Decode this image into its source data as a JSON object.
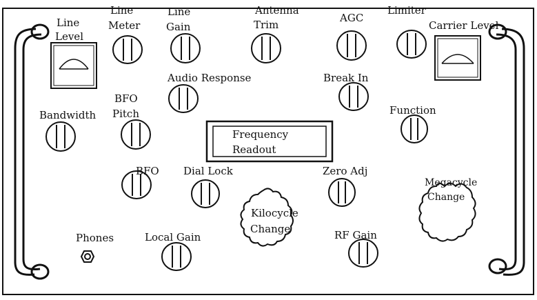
{
  "panel": {
    "labels": {
      "line_level_1": "Line",
      "line_level_2": "Level",
      "line_meter_1": "Line",
      "line_meter_2": "Meter",
      "line_gain_1": "Line",
      "line_gain_2": "Gain",
      "antenna_trim_1": "Antenna",
      "antenna_trim_2": "Trim",
      "agc": "AGC",
      "limiter": "Limiter",
      "carrier_level": "Carrier Level",
      "audio_response": "Audio Response",
      "break_in": "Break In",
      "bfo_pitch_1": "BFO",
      "bfo_pitch_2": "Pitch",
      "bandwidth": "Bandwidth",
      "function": "Function",
      "freq_readout_1": "Frequency",
      "freq_readout_2": "Readout",
      "bfo": "BFO",
      "dial_lock": "Dial Lock",
      "zero_adj": "Zero Adj",
      "megacycle_change_1": "Megacycle",
      "megacycle_change_2": "Change",
      "kilocycle_change_1": "Kilocycle",
      "kilocycle_change_2": "Change",
      "phones": "Phones",
      "local_gain": "Local Gain",
      "rf_gain": "RF Gain"
    }
  }
}
